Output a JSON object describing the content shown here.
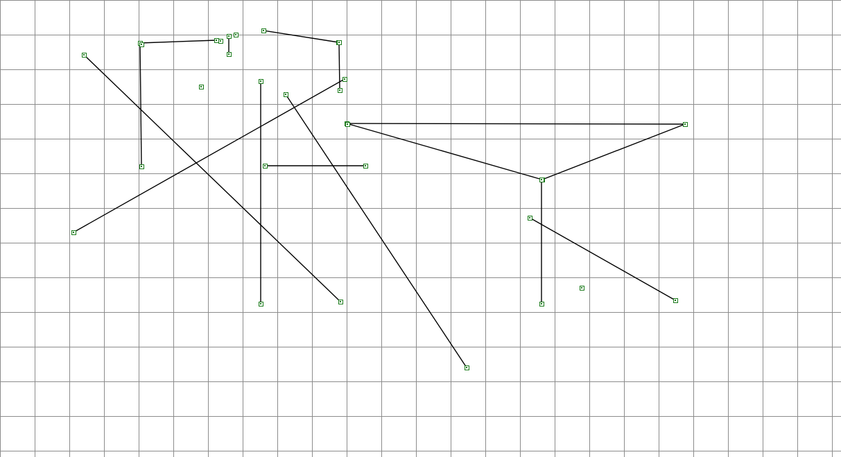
{
  "canvas": {
    "background": "#ffffff",
    "grid_color": "#8c8c8c",
    "grid_spacing": 50,
    "line_color": "#000000",
    "handle_color": "#1a7a1a",
    "handle_shape": "square-handle-icon"
  },
  "segments": [
    {
      "id": "seg-1",
      "a": [
        202,
        62
      ],
      "b": [
        312,
        58
      ]
    },
    {
      "id": "seg-2",
      "a": [
        202,
        62
      ],
      "b": [
        204,
        240
      ]
    },
    {
      "id": "seg-3",
      "a": [
        121,
        79
      ],
      "b": [
        491,
        435
      ]
    },
    {
      "id": "seg-4",
      "a": [
        330,
        52
      ],
      "b": [
        330,
        78
      ]
    },
    {
      "id": "seg-5",
      "a": [
        380,
        44
      ],
      "b": [
        488,
        61
      ]
    },
    {
      "id": "seg-6",
      "a": [
        489,
        61
      ],
      "b": [
        490,
        130
      ]
    },
    {
      "id": "seg-7",
      "a": [
        106,
        335
      ],
      "b": [
        497,
        114
      ]
    },
    {
      "id": "seg-8",
      "a": [
        376,
        117
      ],
      "b": [
        376,
        438
      ]
    },
    {
      "id": "seg-9",
      "a": [
        412,
        136
      ],
      "b": [
        673,
        530
      ]
    },
    {
      "id": "seg-10",
      "a": [
        382,
        239
      ],
      "b": [
        527,
        239
      ]
    },
    {
      "id": "seg-11",
      "a": [
        500,
        178
      ],
      "b": [
        988,
        179
      ]
    },
    {
      "id": "seg-12",
      "a": [
        500,
        178
      ],
      "b": [
        782,
        259
      ]
    },
    {
      "id": "seg-13",
      "a": [
        782,
        259
      ],
      "b": [
        988,
        179
      ]
    },
    {
      "id": "seg-14",
      "a": [
        781,
        259
      ],
      "b": [
        781,
        438
      ]
    },
    {
      "id": "seg-15",
      "a": [
        764,
        314
      ],
      "b": [
        974,
        433
      ]
    }
  ],
  "extra_handles": [
    {
      "id": "pt-1",
      "p": [
        204,
        64
      ]
    },
    {
      "id": "pt-2",
      "p": [
        318,
        59
      ]
    },
    {
      "id": "pt-3",
      "p": [
        340,
        50
      ]
    },
    {
      "id": "pt-4",
      "p": [
        290,
        125
      ]
    },
    {
      "id": "pt-5",
      "p": [
        501,
        179
      ]
    },
    {
      "id": "pt-6",
      "p": [
        839,
        415
      ]
    }
  ]
}
